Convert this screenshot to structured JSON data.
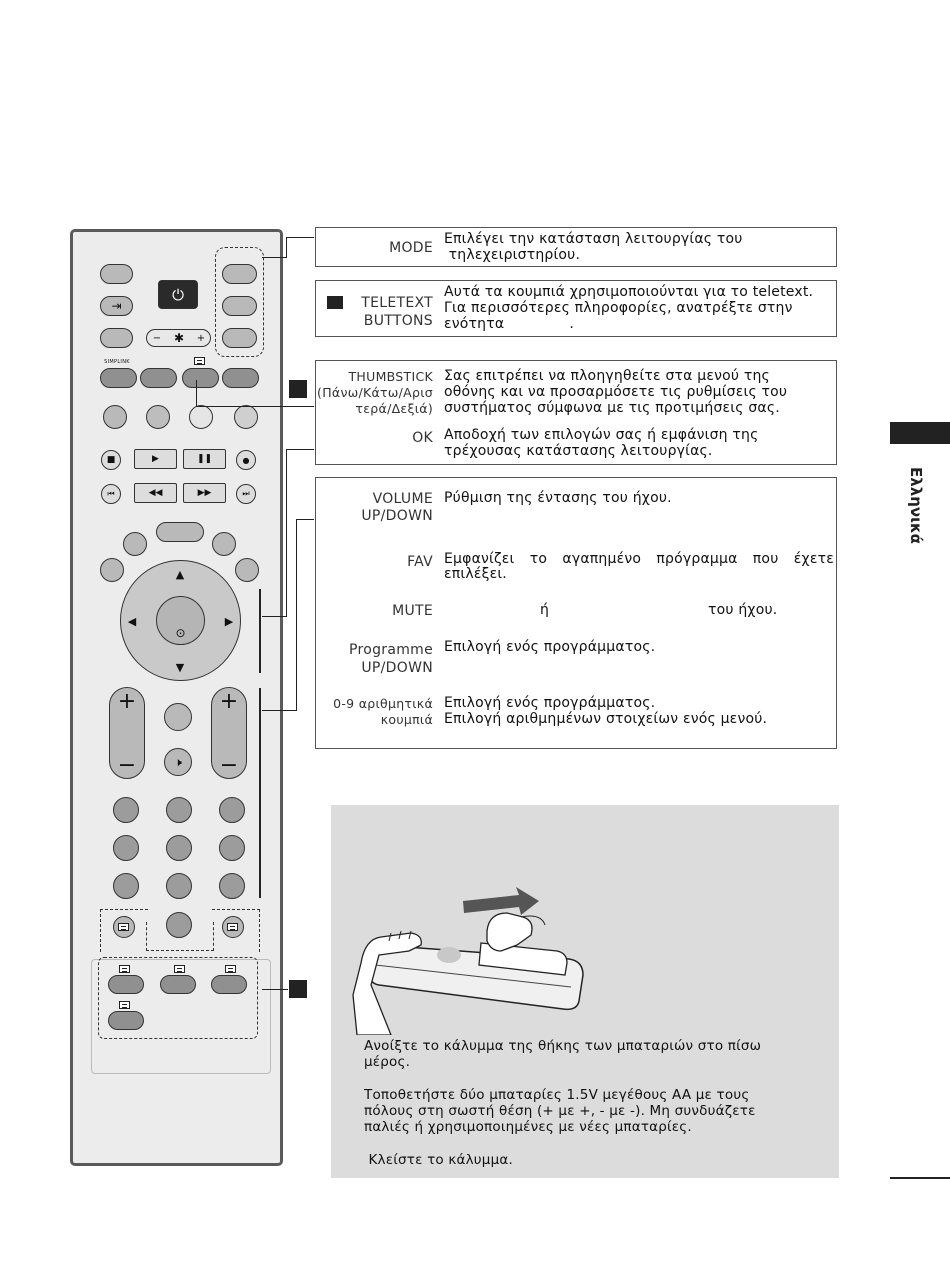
{
  "callouts": {
    "mode": {
      "label": "MODE",
      "desc": [
        "Επιλέγει την κατάσταση λειτουργίας του",
        " τηλεχειριστηρίου."
      ]
    },
    "teletext": {
      "label": [
        "TELETEXT",
        "BUTTONS"
      ],
      "desc": [
        "Αυτά τα κουμπιά χρησιμοποιούνται για το teletext.",
        "Για περισσότερες πληροφορίες, ανατρέξτε στην",
        "ενότητα              ."
      ]
    },
    "thumbstick": {
      "label": [
        "THUMBSTICK",
        "(Πάνω/Κάτω/Αρισ",
        "τερά/Δεξιά)"
      ],
      "desc": [
        "Σας επιτρέπει να πλοηγηθείτε στα μενού της",
        "οθόνης και να προσαρμόσετε τις ρυθμίσεις του",
        "συστήματος σύμφωνα με τις προτιμήσεις σας."
      ]
    },
    "ok": {
      "label": "OK",
      "desc": [
        "Αποδοχή των επιλογών σας ή εμφάνιση της",
        "τρέχουσας κατάστασης λειτουργίας."
      ]
    },
    "volume": {
      "label": [
        "VOLUME",
        "UP/DOWN"
      ],
      "desc": "Ρύθμιση της έντασης του ήχου."
    },
    "fav": {
      "label": "FAV",
      "desc": [
        "Εμφανίζει το αγαπημένο πρόγραμμα που έχετε",
        "επιλέξει."
      ]
    },
    "mute": {
      "label": "MUTE",
      "desc_mid": "ή",
      "desc_end": "του ήχου."
    },
    "programme": {
      "label": [
        "Programme",
        "UP/DOWN"
      ],
      "desc": "Επιλογή ενός προγράμματος."
    },
    "digits": {
      "label": [
        "0-9 αριθμητικά",
        "κουμπιά"
      ],
      "desc": [
        "Επιλογή ενός προγράμματος.",
        "Επιλογή αριθμημένων στοιχείων ενός μενού."
      ]
    }
  },
  "battery": {
    "steps": [
      [
        "Ανοίξτε το κάλυμμα της θήκης των μπαταριών στο πίσω",
        "μέρος."
      ],
      [
        "Τοποθετήστε δύο μπαταρίες 1.5V μεγέθους AA με τους",
        "πόλους στη σωστή θέση (+ με +, - με -). Μη συνδυάζετε",
        "παλιές ή χρησιμοποιημένες με νέες μπαταρίες."
      ],
      [
        " Κλείστε το κάλυμμα."
      ]
    ]
  },
  "remote": {
    "simplink_label": "SIMPLINK",
    "vol_plus": "+",
    "vol_minus": "−",
    "bright_minus": "−",
    "bright_plus": "+"
  },
  "side": {
    "language": "Ελληνικά"
  },
  "colors": {
    "button": "#b9b9b9",
    "panel": "#dcdcdc",
    "ink": "#222222"
  }
}
